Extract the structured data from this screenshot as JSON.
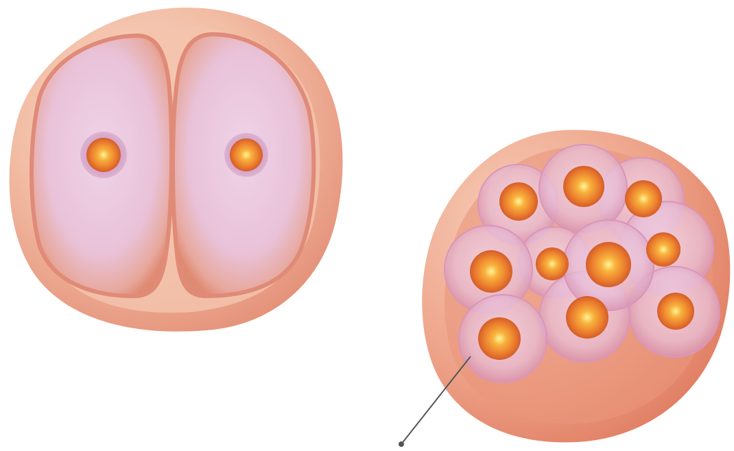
{
  "diagram": {
    "panels": [
      {
        "name": "two-cell-embryo",
        "cell_count": 2
      },
      {
        "name": "multi-cell-embryo",
        "cell_count": 10
      }
    ],
    "pointer": {
      "present": true
    }
  },
  "colors": {
    "background": "#ffffff",
    "membrane_outer": "#f0b9a0",
    "membrane_inner": "#e6957a",
    "cytoplasm": "#ebc6da",
    "cytoplasm_edge": "#e08a78",
    "nucleus_core": "#fff176",
    "nucleus_mid": "#f7a233",
    "nucleus_edge": "#e2692a",
    "pointer_line": "#555555"
  }
}
